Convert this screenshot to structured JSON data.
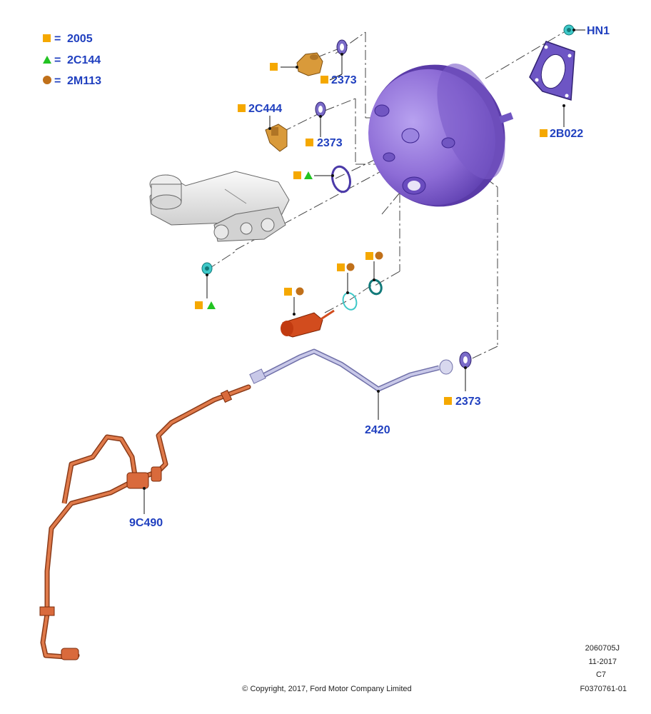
{
  "legend": [
    {
      "symbol": "square",
      "color": "#f5a800",
      "eq": "=",
      "code": "2005"
    },
    {
      "symbol": "triangle",
      "color": "#22c322",
      "eq": "=",
      "code": "2C144"
    },
    {
      "symbol": "circle",
      "color": "#c0701a",
      "eq": "=",
      "code": "2M113"
    }
  ],
  "parts": {
    "hn1": "HN1",
    "gasket": "2B022",
    "seal_top": "2373",
    "sensor": "2C444",
    "seal_mid": "2373",
    "seal_hose": "2373",
    "hose": "2420",
    "pipe": "9C490"
  },
  "colors": {
    "booster": "#8d6cd6",
    "pipe": "#d96a3c",
    "hose": "#a8a8d0",
    "nut": "#3ec8c8",
    "gold": "#d99a3a"
  },
  "footer": {
    "code": "2060705J",
    "date": "11-2017",
    "rev": "C7",
    "ref": "F0370761-01",
    "copyright": "© Copyright, 2017, Ford Motor Company Limited"
  }
}
